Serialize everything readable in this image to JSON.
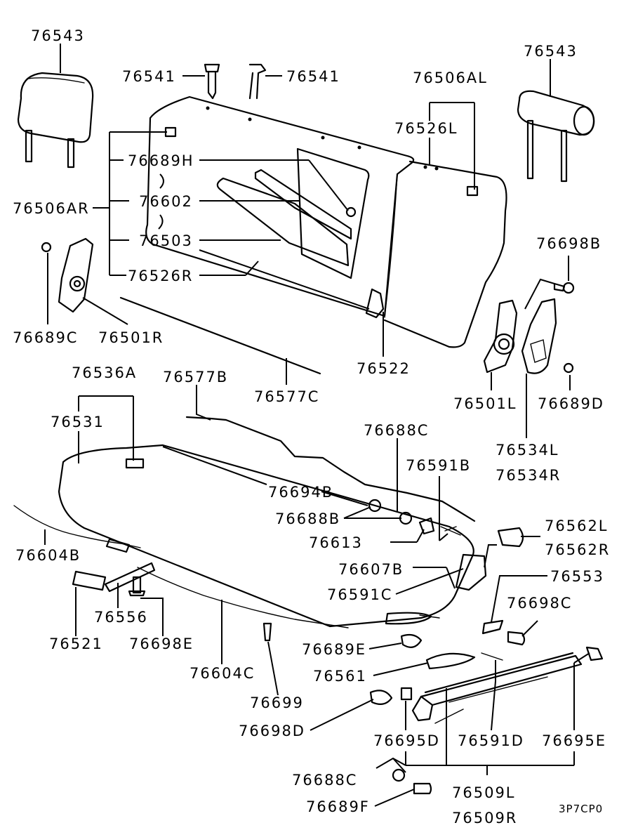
{
  "diagram": {
    "code": "3P7CP0",
    "labels": {
      "hr_left": "76543",
      "hr_right": "76543",
      "guide_a": "76541",
      "guide_b": "76541",
      "back_al": "76506AL",
      "trim_l": "76526L",
      "back_ar": "76506AR",
      "pad_h": "76689H",
      "pad_602": "76602",
      "pad_503": "76503",
      "trim_r": "76526R",
      "bolt_c": "76689C",
      "hinge_r": "76501R",
      "bolt_b": "76698B",
      "hinge_l": "76501L",
      "bolt_d": "76689D",
      "latch": "76522",
      "rod_c": "76577C",
      "cover_l": "76534L",
      "cover_r": "76534R",
      "cushion_a": "76536A",
      "cushion": "76531",
      "rod_b": "76577B",
      "nut_c": "76688C",
      "spring_b": "76591B",
      "nut_694": "76694B",
      "nut_688b": "76688B",
      "knob_l": "76562L",
      "knob_r": "76562R",
      "lever_613": "76613",
      "lever_607": "76607B",
      "spring_c": "76591C",
      "bracket_553": "76553",
      "cable_b": "76604B",
      "bolt_698c": "76698C",
      "cap_521": "76521",
      "strap_556": "76556",
      "bolt_698e": "76698E",
      "cable_c": "76604C",
      "bolt_689e": "76689E",
      "rod_561": "76561",
      "clip_699": "76699",
      "bolt_698d": "76698D",
      "stop_695d": "76695D",
      "spring_d": "76591D",
      "stop_695e": "76695E",
      "nut_688c2": "76688C",
      "bolt_689f": "76689F",
      "rail_l": "76509L",
      "rail_r": "76509R"
    }
  }
}
